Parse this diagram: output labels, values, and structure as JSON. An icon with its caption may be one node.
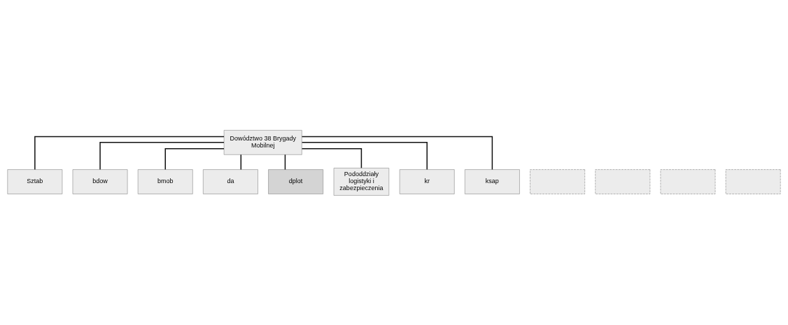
{
  "diagram": {
    "nodes": [
      {
        "text": [
          "Dowództwo 38 Brygady Mobilnej"
        ]
      },
      {
        "text": [
          "Sztab"
        ]
      },
      {
        "text": [
          "bdow"
        ]
      },
      {
        "text": [
          "bmob"
        ]
      },
      {
        "text": [
          "da"
        ]
      },
      {
        "text": [
          "dplot"
        ]
      },
      {
        "text": [
          "Pododdziały logistyki i zabezpieczenia"
        ]
      },
      {
        "text": [
          "kr"
        ]
      },
      {
        "text": [
          "ksap"
        ]
      },
      {
        "text": [],
        "shape": "box"
      },
      {
        "text": [],
        "shape": "box"
      },
      {
        "text": [],
        "shape": "box"
      },
      {
        "text": [],
        "shape": "box"
      }
    ],
    "edges": [
      {
        "from": 0,
        "to": 1,
        "arrow": "none"
      },
      {
        "from": 0,
        "to": 2,
        "arrow": "none"
      },
      {
        "from": 0,
        "to": 3,
        "arrow": "none"
      },
      {
        "from": 0,
        "to": 4,
        "arrow": "none"
      },
      {
        "from": 0,
        "to": 5,
        "arrow": "none"
      },
      {
        "from": 0,
        "to": 6,
        "arrow": "none"
      },
      {
        "from": 0,
        "to": 7,
        "arrow": "none"
      },
      {
        "from": 0,
        "to": 8,
        "arrow": "none"
      }
    ]
  }
}
